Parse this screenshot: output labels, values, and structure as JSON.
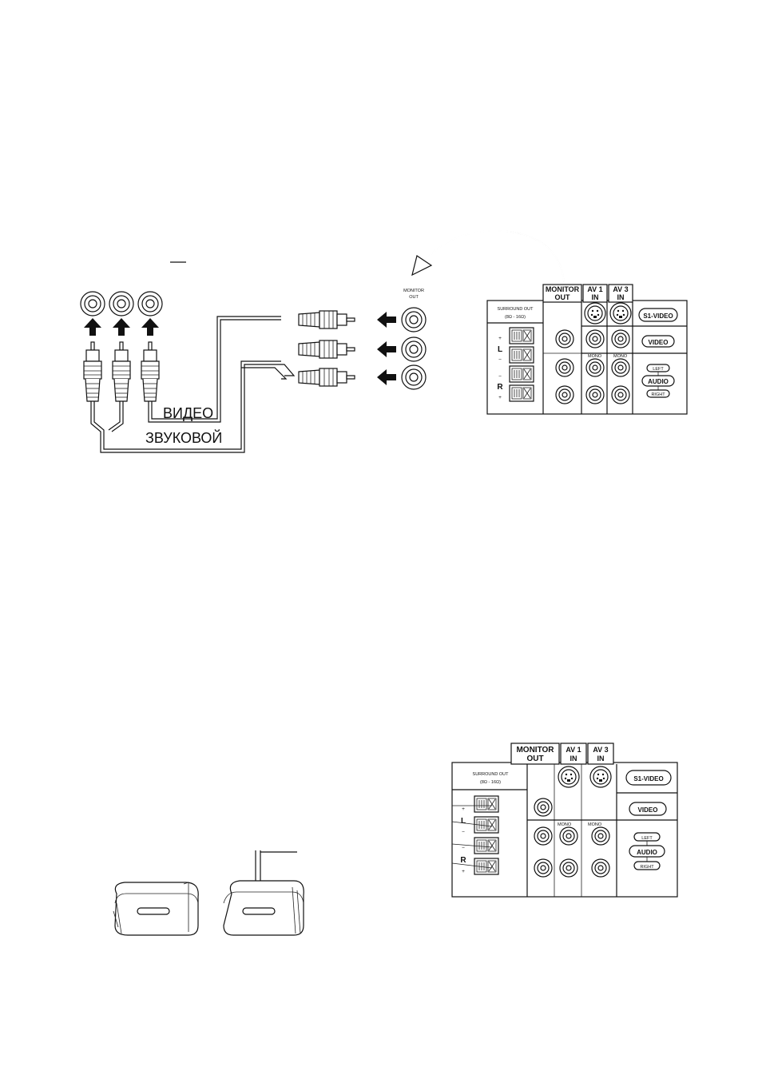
{
  "cable_labels": {
    "video": "ВИДЕО",
    "audio": "ЗВУКОВОЙ"
  },
  "monitor_out_small": {
    "line1": "MONITOR",
    "line2": "OUT"
  },
  "panel": {
    "monitor_out": [
      "MONITOR",
      "OUT"
    ],
    "av1_in": [
      "AV 1",
      "IN"
    ],
    "av3_in": [
      "AV 3",
      "IN"
    ],
    "surround_out": [
      "SURROUND OUT",
      "(8Ω - 16Ω)"
    ],
    "s1_video": "S1-VIDEO",
    "video": "VIDEO",
    "left": "LEFT",
    "audio": "AUDIO",
    "right": "RIGHT",
    "mono": "MONO",
    "plus": "+",
    "minus": "−",
    "L": "L",
    "R": "R"
  }
}
